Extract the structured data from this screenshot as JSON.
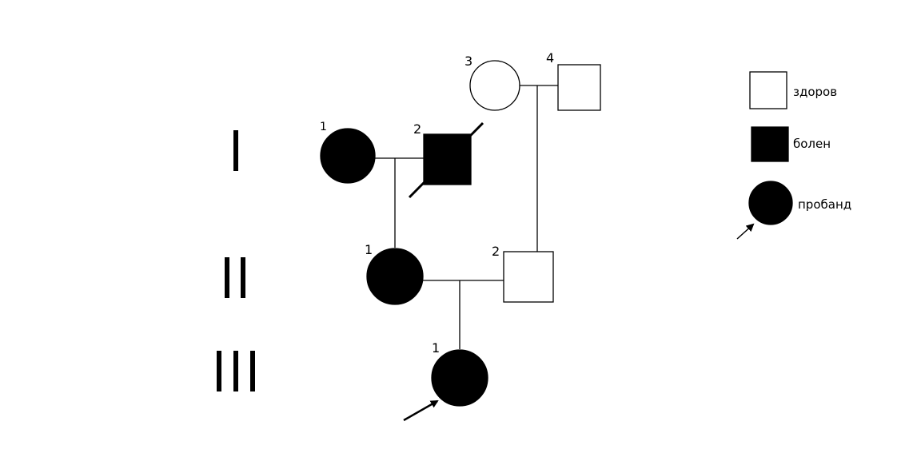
{
  "colors": {
    "affected": "#000000",
    "healthy": "#ffffff",
    "stroke": "#000000"
  },
  "generations": {
    "I": "I",
    "II": "II",
    "III": "III"
  },
  "individuals": {
    "I_1": {
      "number": "1",
      "sex": "female",
      "affected": true
    },
    "I_2": {
      "number": "2",
      "sex": "male",
      "affected": true,
      "deceased": true
    },
    "I_3": {
      "number": "3",
      "sex": "female",
      "affected": false
    },
    "I_4": {
      "number": "4",
      "sex": "male",
      "affected": false
    },
    "II_1": {
      "number": "1",
      "sex": "female",
      "affected": true
    },
    "II_2": {
      "number": "2",
      "sex": "male",
      "affected": false
    },
    "III_1": {
      "number": "1",
      "sex": "female",
      "affected": true,
      "proband": true
    }
  },
  "legend": {
    "healthy": "здоров",
    "affected": "болен",
    "proband": "пробанд"
  }
}
